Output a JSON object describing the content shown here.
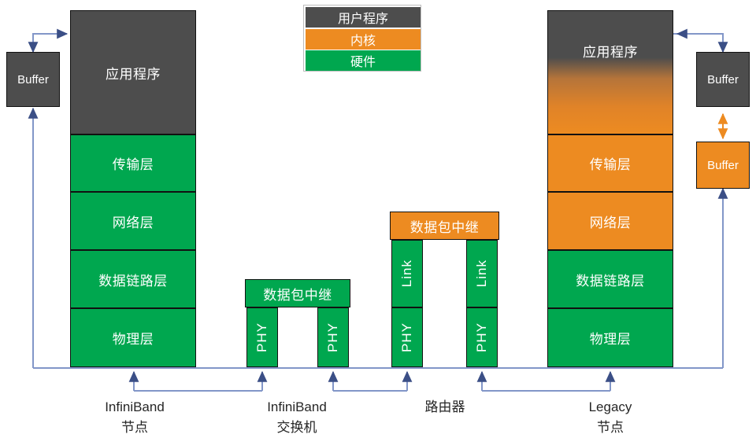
{
  "legend": {
    "items": [
      {
        "label": "用户程序",
        "color": "#4D4D4D",
        "name": "legend-user-program"
      },
      {
        "label": "内核",
        "color": "#ED8B21",
        "name": "legend-kernel"
      },
      {
        "label": "硬件",
        "color": "#00A74F",
        "name": "legend-hardware"
      }
    ]
  },
  "nodes": {
    "infiniband_node": {
      "caption_line1": "InfiniBand",
      "caption_line2": "节点",
      "layers": [
        {
          "label": "应用程序",
          "color": "#4D4D4D"
        },
        {
          "label": "传输层",
          "color": "#00A74F"
        },
        {
          "label": "网络层",
          "color": "#00A74F"
        },
        {
          "label": "数据链路层",
          "color": "#00A74F"
        },
        {
          "label": "物理层",
          "color": "#00A74F"
        }
      ],
      "buffer": {
        "label": "Buffer",
        "color": "#4D4D4D"
      }
    },
    "infiniband_switch": {
      "caption_line1": "InfiniBand",
      "caption_line2": "交换机",
      "relay": {
        "label": "数据包中继",
        "color": "#00A74F"
      },
      "left_leg": [
        {
          "label": "PHY",
          "color": "#00A74F"
        }
      ],
      "right_leg": [
        {
          "label": "PHY",
          "color": "#00A74F"
        }
      ]
    },
    "router": {
      "caption_line1": "路由器",
      "caption_line2": "",
      "relay": {
        "label": "数据包中继",
        "color": "#ED8B21"
      },
      "left_leg": [
        {
          "label": "Link",
          "color": "#00A74F"
        },
        {
          "label": "PHY",
          "color": "#00A74F"
        }
      ],
      "right_leg": [
        {
          "label": "Link",
          "color": "#00A74F"
        },
        {
          "label": "PHY",
          "color": "#00A74F"
        }
      ]
    },
    "legacy_node": {
      "caption_line1": "Legacy",
      "caption_line2": "节点",
      "layers": [
        {
          "label": "应用程序",
          "color": "gradient-gray-orange"
        },
        {
          "label": "传输层",
          "color": "#ED8B21"
        },
        {
          "label": "网络层",
          "color": "#ED8B21"
        },
        {
          "label": "数据链路层",
          "color": "#00A74F"
        },
        {
          "label": "物理层",
          "color": "#00A74F"
        }
      ],
      "buffer_top": {
        "label": "Buffer",
        "color": "#4D4D4D"
      },
      "buffer_bottom": {
        "label": "Buffer",
        "color": "#ED8B21"
      }
    }
  },
  "colors": {
    "green": "#00A74F",
    "orange": "#ED8B21",
    "gray": "#4D4D4D",
    "wire_blue": "#8296C8",
    "wire_blue_dark": "#3B4F86"
  }
}
